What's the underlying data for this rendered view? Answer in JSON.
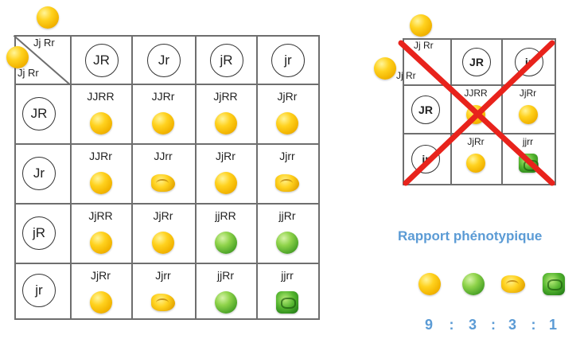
{
  "big_grid": {
    "corner": {
      "top_label": "Jj Rr",
      "left_label": "Jj Rr"
    },
    "column_headers": [
      "JR",
      "Jr",
      "jR",
      "jr"
    ],
    "row_headers": [
      "JR",
      "Jr",
      "jR",
      "jr"
    ],
    "cells": [
      [
        {
          "genotype": "JJRR",
          "phenotype": "yellow-round"
        },
        {
          "genotype": "JJRr",
          "phenotype": "yellow-round"
        },
        {
          "genotype": "JjRR",
          "phenotype": "yellow-round"
        },
        {
          "genotype": "JjRr",
          "phenotype": "yellow-round"
        }
      ],
      [
        {
          "genotype": "JJRr",
          "phenotype": "yellow-round"
        },
        {
          "genotype": "JJrr",
          "phenotype": "yellow-wrinkled"
        },
        {
          "genotype": "JjRr",
          "phenotype": "yellow-round"
        },
        {
          "genotype": "Jjrr",
          "phenotype": "yellow-wrinkled"
        }
      ],
      [
        {
          "genotype": "JjRR",
          "phenotype": "yellow-round"
        },
        {
          "genotype": "JjRr",
          "phenotype": "yellow-round"
        },
        {
          "genotype": "jjRR",
          "phenotype": "green-round"
        },
        {
          "genotype": "jjRr",
          "phenotype": "green-round"
        }
      ],
      [
        {
          "genotype": "JjRr",
          "phenotype": "yellow-round"
        },
        {
          "genotype": "Jjrr",
          "phenotype": "yellow-wrinkled"
        },
        {
          "genotype": "jjRr",
          "phenotype": "green-round"
        },
        {
          "genotype": "jjrr",
          "phenotype": "green-wrinkled"
        }
      ]
    ]
  },
  "small_grid": {
    "corner": {
      "top_label": "Jj Rr",
      "left_label": "Jj Rr"
    },
    "column_headers": [
      "JR",
      "jr"
    ],
    "row_headers": [
      "JR",
      "jr"
    ],
    "cells": [
      [
        {
          "genotype": "JJRR",
          "phenotype": "yellow-round"
        },
        {
          "genotype": "JjRr",
          "phenotype": "yellow-round"
        }
      ],
      [
        {
          "genotype": "JjRr",
          "phenotype": "yellow-round"
        },
        {
          "genotype": "jjrr",
          "phenotype": "green-wrinkled"
        }
      ]
    ],
    "crossed_out": true,
    "cross_color": "#e8231c"
  },
  "ratio": {
    "title": "Rapport phénotypique",
    "phenotypes": [
      "yellow-round",
      "green-round",
      "yellow-wrinkled",
      "green-wrinkled"
    ],
    "numbers": [
      "9",
      "3",
      "3",
      "1"
    ],
    "separator": ":",
    "color": "#5b9bd5"
  },
  "colors": {
    "yellow": "#ffd21f",
    "green": "#5fb52e",
    "grid_line": "#6e6e6e",
    "cross": "#e8231c",
    "ratio_text": "#5b9bd5"
  }
}
